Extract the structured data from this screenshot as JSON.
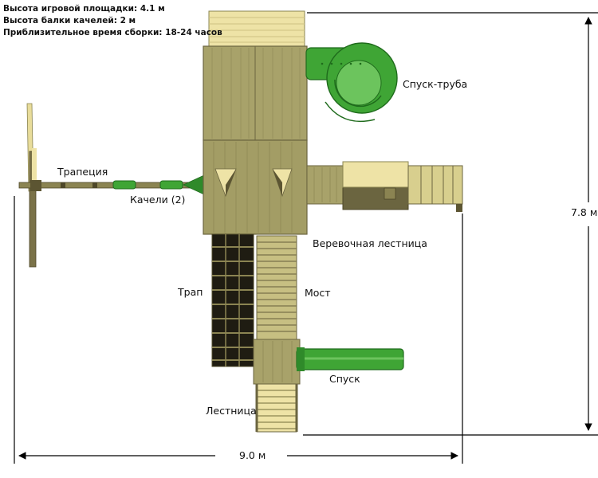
{
  "specs": {
    "platform_height": "Высота игровой площадки:  4.1 м",
    "swing_beam_height": "Высота балки качелей: 2 м",
    "assembly_time": "Приблизительное время сборки: 18-24 часов"
  },
  "labels": {
    "tube_slide": "Спуск-труба",
    "trapeze": "Трапеция",
    "swings": "Качели (2)",
    "rope_ladder": "Веревочная лестница",
    "ramp": "Трап",
    "bridge": "Мост",
    "slide": "Спуск",
    "ladder": "Лестница"
  },
  "dimensions": {
    "depth": "7.8 м",
    "width": "9.0 м"
  },
  "colors": {
    "wood": "#a8a26a",
    "wood_dark": "#6b6540",
    "roof_light": "#eee3a6",
    "green": "#3fa535",
    "green_dark": "#1f6b1c"
  }
}
